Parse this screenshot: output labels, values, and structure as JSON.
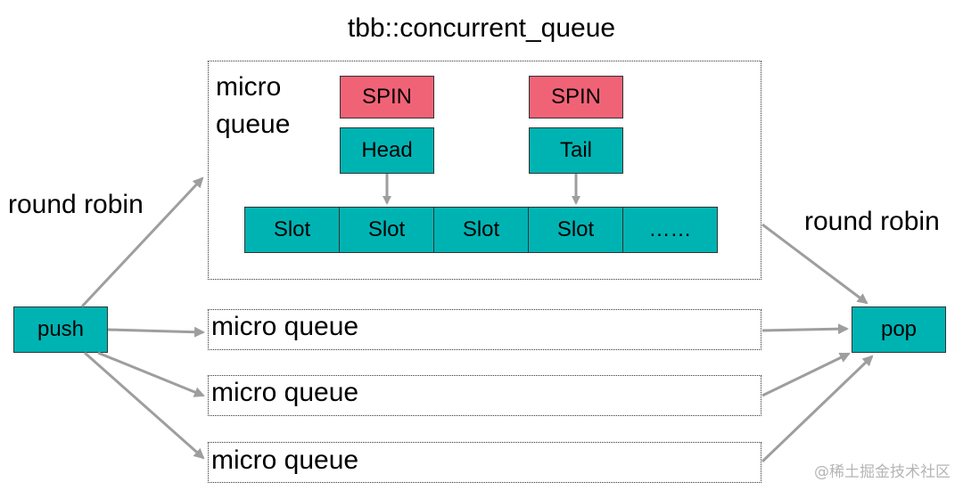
{
  "title": "tbb::concurrent_queue",
  "main_queue": {
    "label": "micro\nqueue",
    "spin_left": "SPIN",
    "spin_right": "SPIN",
    "head": "Head",
    "tail": "Tail",
    "slots": [
      "Slot",
      "Slot",
      "Slot",
      "Slot",
      "……"
    ]
  },
  "micro_queues": [
    {
      "label": "micro queue"
    },
    {
      "label": "micro queue"
    },
    {
      "label": "micro queue"
    }
  ],
  "push_label": "push",
  "pop_label": "pop",
  "round_robin_left": "round robin",
  "round_robin_right": "round robin",
  "watermark": "@稀土掘金技术社区",
  "colors": {
    "teal": "#00b3b3",
    "spin": "#f06377",
    "arrow": "#9e9e9e"
  }
}
